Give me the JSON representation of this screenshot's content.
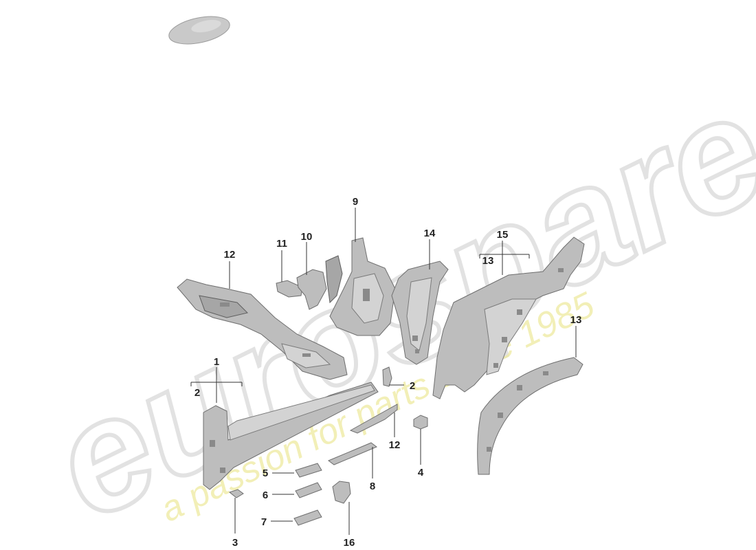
{
  "watermark": {
    "brand": "eurospares",
    "tagline": "a passion for parts since 1985"
  },
  "callouts": [
    {
      "id": "c1",
      "label": "1"
    },
    {
      "id": "c2a",
      "label": "2"
    },
    {
      "id": "c2b",
      "label": "2"
    },
    {
      "id": "c3",
      "label": "3"
    },
    {
      "id": "c4",
      "label": "4"
    },
    {
      "id": "c5",
      "label": "5"
    },
    {
      "id": "c6",
      "label": "6"
    },
    {
      "id": "c7",
      "label": "7"
    },
    {
      "id": "c8",
      "label": "8"
    },
    {
      "id": "c9",
      "label": "9"
    },
    {
      "id": "c10",
      "label": "10"
    },
    {
      "id": "c11",
      "label": "11"
    },
    {
      "id": "c12a",
      "label": "12"
    },
    {
      "id": "c12b",
      "label": "12"
    },
    {
      "id": "c13a",
      "label": "13"
    },
    {
      "id": "c13b",
      "label": "13"
    },
    {
      "id": "c14",
      "label": "14"
    },
    {
      "id": "c15",
      "label": "15"
    },
    {
      "id": "c16",
      "label": "16"
    }
  ],
  "colors": {
    "part_fill": "#bdbdbd",
    "part_stroke": "#6e6e6e",
    "label": "#222222",
    "watermark_outline": "#e2e2e2",
    "watermark_tagline": "#eeeaa0"
  }
}
